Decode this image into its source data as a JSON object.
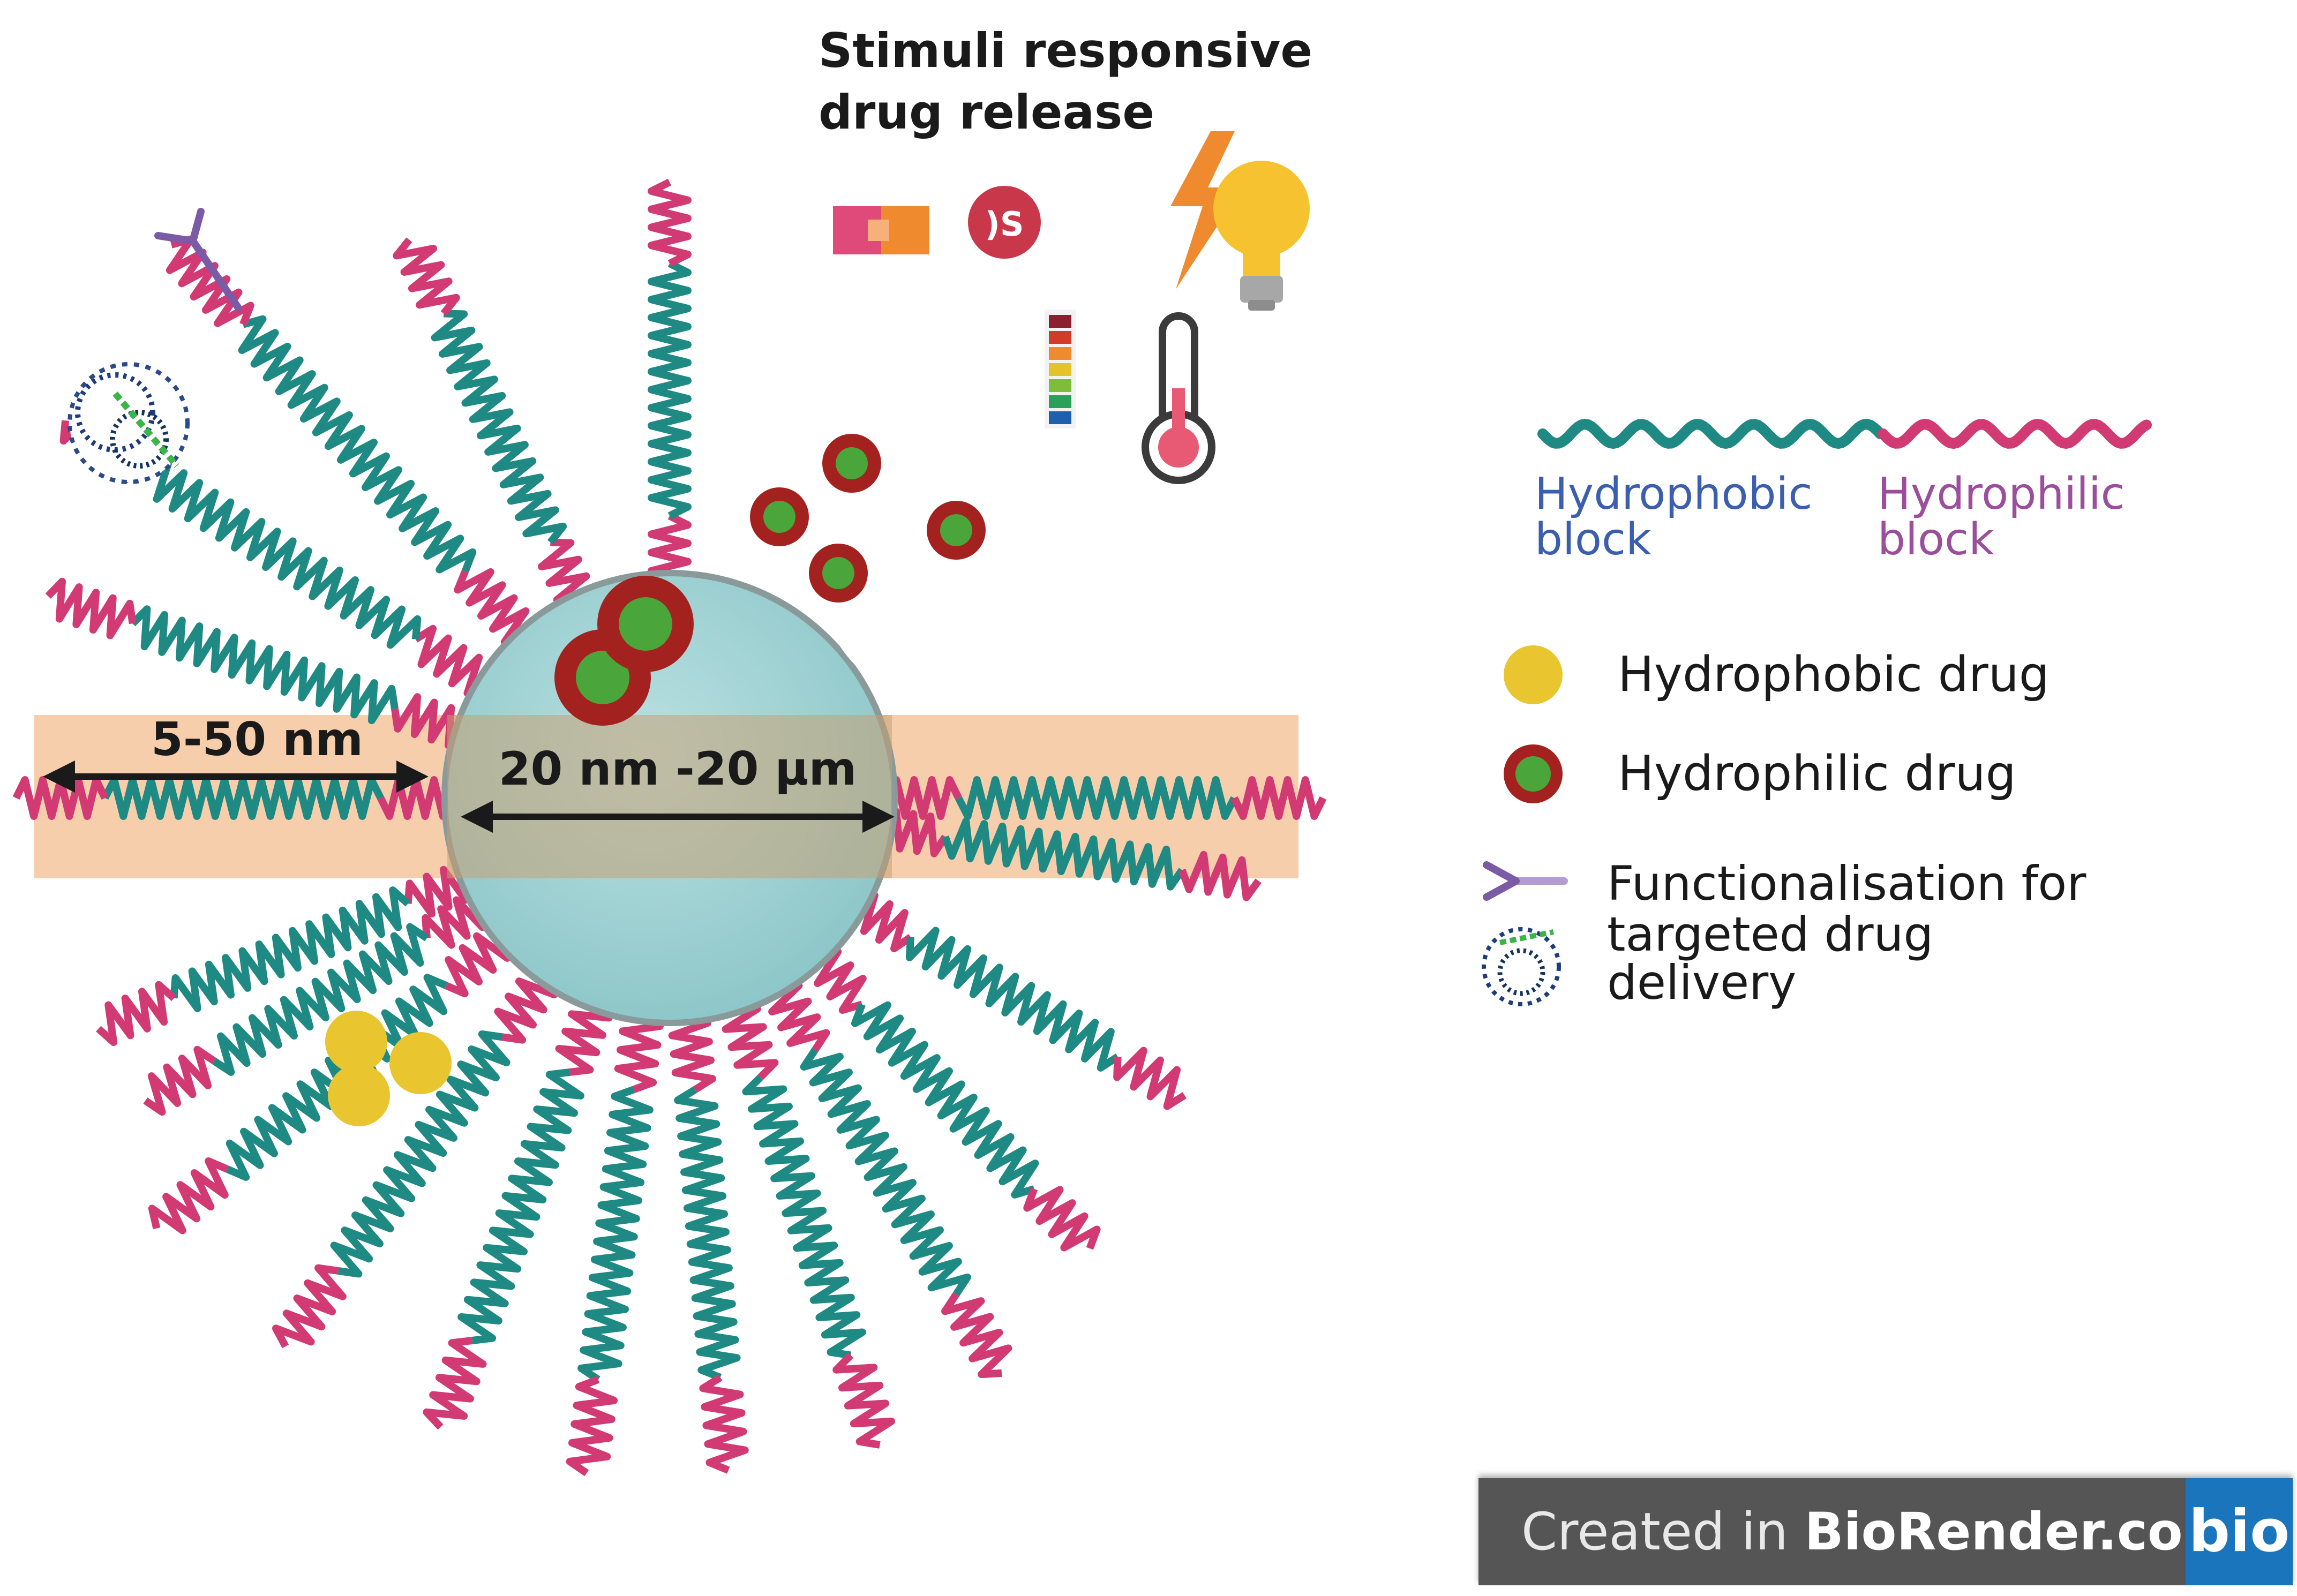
{
  "stimuli_title": [
    "Stimuli responsive",
    "drug release"
  ],
  "dimensions": {
    "corona": "5-50 nm",
    "core": "20 nm -20 μm"
  },
  "legend": {
    "hydrophobic_block": [
      "Hydrophobic",
      "block"
    ],
    "hydrophilic_block": [
      "Hydrophilic",
      "block"
    ],
    "hydrophobic_drug": "Hydrophobic drug",
    "hydrophilic_drug": "Hydrophilic drug",
    "functionalisation": [
      "Functionalisation for",
      "targeted drug",
      "delivery"
    ]
  },
  "badge": {
    "prefix": "Created in ",
    "brand": "BioRender.com",
    "logo": "bio"
  },
  "icons": [
    "antibody-icon",
    "protein-ligand-icon",
    "magnet-icon",
    "ultrasound-icon",
    "lightning-icon",
    "light-bulb-icon",
    "ph-strip-icon",
    "thermometer-icon"
  ],
  "colors": {
    "hydrophobic_block": "#1f8a83",
    "hydrophilic_block": "#d23a73",
    "hydrophobic_drug": "#e9c52f",
    "hydrophilic_drug_shell": "#a3221f",
    "hydrophilic_drug_core": "#4aa53a",
    "core": "#a8d6d8",
    "band": "#f5c9a3",
    "hydrophobic_label": "#3b5fae",
    "hydrophilic_label": "#9a4e9c"
  }
}
